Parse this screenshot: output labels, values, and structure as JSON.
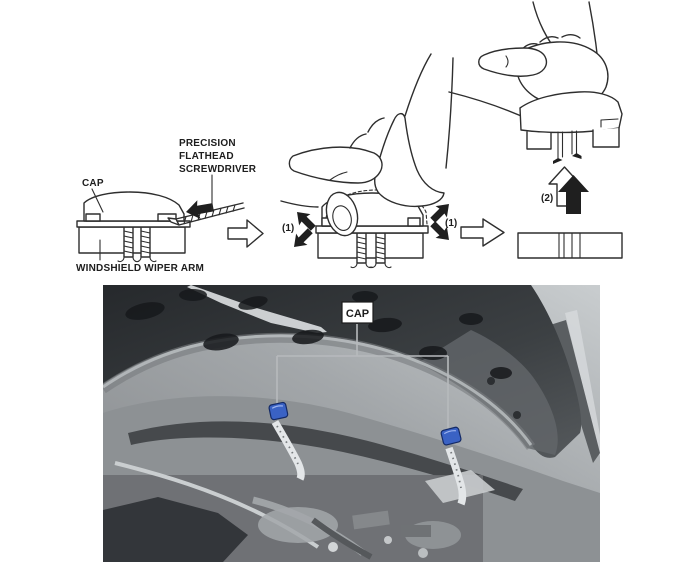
{
  "figure": {
    "background": "#ffffff",
    "line_color": "#2e2e2e",
    "arrow_fill": "#1f1f1f"
  },
  "top_diagram": {
    "step1": {
      "cap_label": "CAP",
      "screwdriver_label_lines": [
        "PRECISION",
        "FLATHEAD",
        "SCREWDRIVER"
      ],
      "wiper_arm_label": "WINDSHIELD WIPER ARM"
    },
    "step2": {
      "marker_left": "(1)",
      "marker_right": "(1)"
    },
    "step3": {
      "marker": "(2)"
    }
  },
  "photo": {
    "cap_callout": "CAP",
    "cap_color": "#3a62c4"
  }
}
